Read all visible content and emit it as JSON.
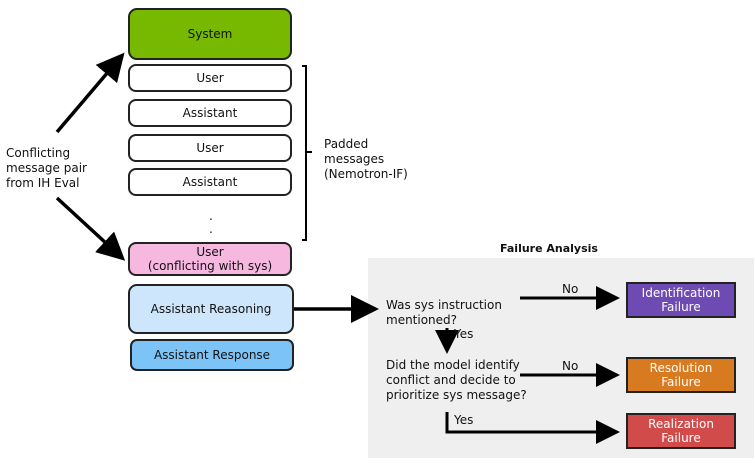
{
  "stack": {
    "system": "System",
    "user1": "User",
    "assistant1": "Assistant",
    "user2": "User",
    "assistant2": "Assistant",
    "dots": ". .",
    "user_conflict_line1": "User",
    "user_conflict_line2": "(conflicting with sys)",
    "assistant_reasoning": "Assistant Reasoning",
    "assistant_response": "Assistant Response"
  },
  "left_label": [
    "Conflicting",
    "message pair",
    "from IH Eval"
  ],
  "brace_label": [
    "Padded",
    "messages",
    "(Nemotron-IF)"
  ],
  "analysis": {
    "title": "Failure Analysis",
    "q1": [
      "Was sys instruction",
      "mentioned?"
    ],
    "q2": [
      "Did the model identify",
      "conflict and decide to",
      "prioritize sys message?"
    ],
    "no1": "No",
    "yes1": "Yes",
    "no2": "No",
    "yes2": "Yes",
    "identification": [
      "Identification",
      "Failure"
    ],
    "resolution": [
      "Resolution",
      "Failure"
    ],
    "realization": [
      "Realization",
      "Failure"
    ]
  },
  "colors": {
    "system": "#76b900",
    "user_conflict": "#f7b8e0",
    "reasoning": "#cde6fb",
    "response": "#7cc3f7",
    "panel": "#efefef",
    "identification": "#6e4ab3",
    "resolution": "#d87a20",
    "realization": "#d14b4b"
  }
}
